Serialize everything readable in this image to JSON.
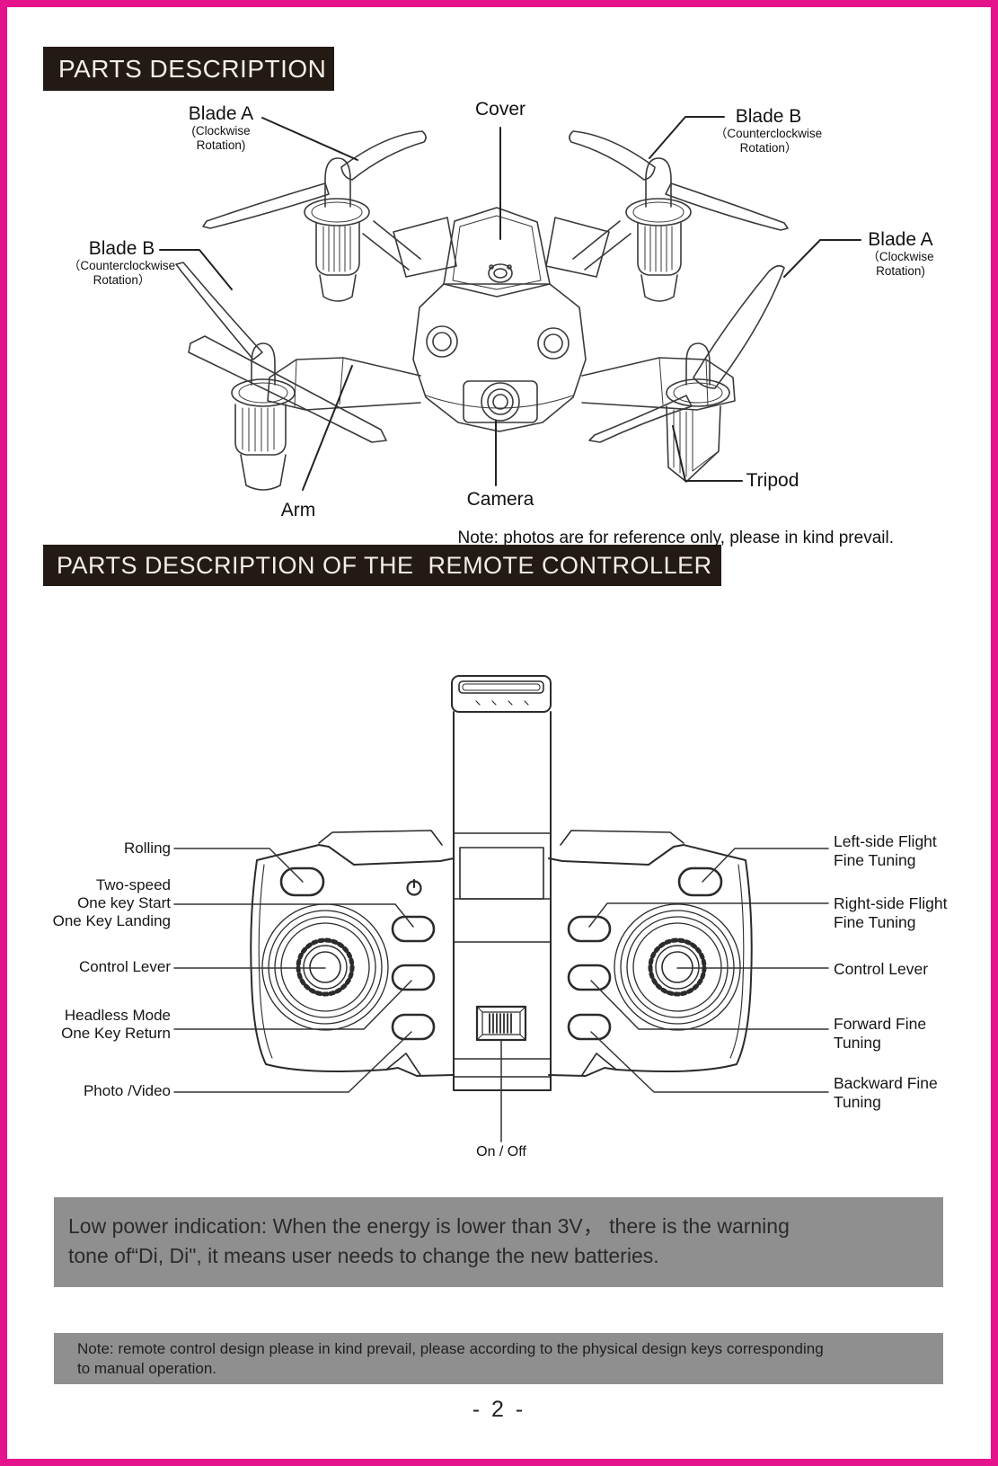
{
  "page_number": "- 2 -",
  "colors": {
    "border": "#e6148c",
    "header_bg": "#241a15",
    "header_text": "#f3ede7",
    "notice_bg": "#8f8f8f",
    "line_art": "#3a3a3a"
  },
  "section_drone": {
    "title": "PARTS DESCRIPTION",
    "note": "Note: photos are for reference only, please in kind prevail.",
    "labels": {
      "blade_a_top": {
        "name": "Blade A",
        "sub1": "(Clockwise",
        "sub2": "Rotation)"
      },
      "cover": "Cover",
      "blade_b_top": {
        "name": "Blade B",
        "sub1": "（Counterclockwise",
        "sub2": "Rotation）"
      },
      "blade_b_left": {
        "name": "Blade B",
        "sub1": "（Counterclockwise",
        "sub2": "Rotation）"
      },
      "blade_a_right": {
        "name": "Blade A",
        "sub1": "（Clockwise",
        "sub2": "Rotation)"
      },
      "arm": "Arm",
      "camera": "Camera",
      "tripod": "Tripod"
    }
  },
  "section_remote": {
    "title": "PARTS DESCRIPTION OF THE  REMOTE CONTROLLER",
    "labels_left": {
      "rolling": "Rolling",
      "two_speed": {
        "l1": "Two-speed",
        "l2": "One key Start",
        "l3": "One Key Landing"
      },
      "control_lever": "Control Lever",
      "headless": {
        "l1": "Headless Mode",
        "l2": "One Key Return"
      },
      "photo_video": "Photo /Video"
    },
    "labels_right": {
      "left_fine": {
        "l1": "Left-side Flight",
        "l2": "Fine Tuning"
      },
      "right_fine": {
        "l1": "Right-side Flight",
        "l2": "Fine Tuning"
      },
      "control_lever": "Control Lever",
      "forward_fine": {
        "l1": "Forward Fine",
        "l2": "Tuning"
      },
      "backward_fine": {
        "l1": "Backward Fine",
        "l2": "Tuning"
      }
    },
    "on_off": "On / Off"
  },
  "notices": {
    "low_power": {
      "line1": "Low power indication: When the energy is lower than 3V， there is the warning",
      "line2": "tone of“Di, Di\", it means user needs to change the new batteries."
    },
    "design_note": {
      "line1": "Note: remote control design please in kind prevail, please according to the physical design keys corresponding",
      "line2": "to manual operation."
    }
  }
}
